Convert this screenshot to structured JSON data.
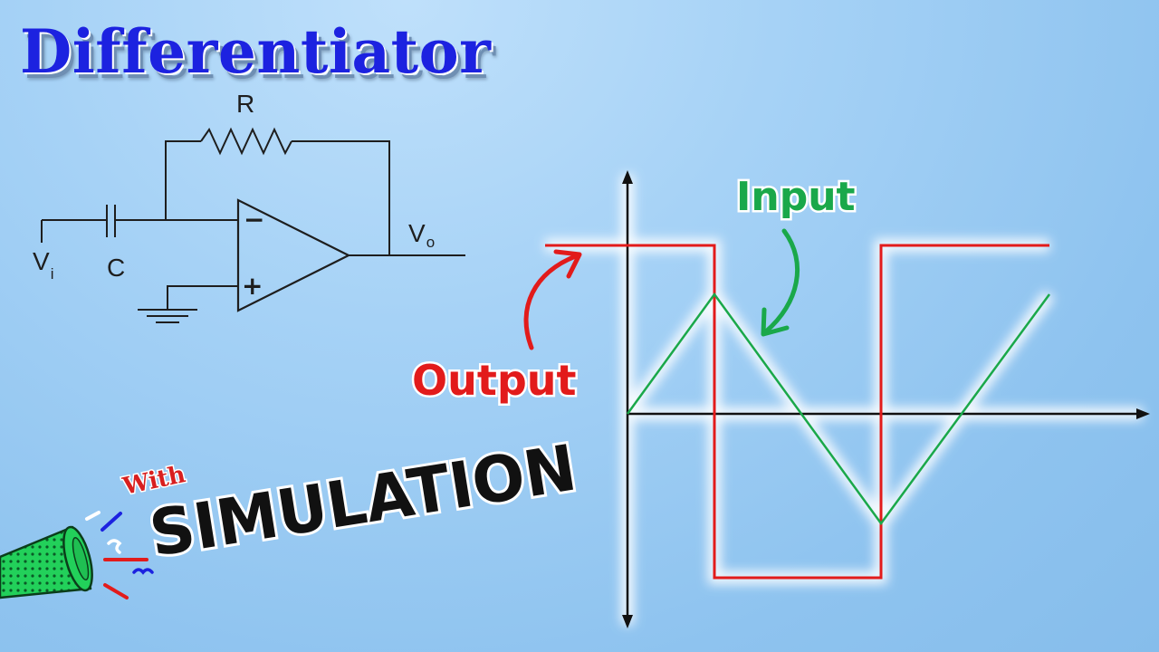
{
  "title": "Differentiator",
  "circuit": {
    "resistor_label": "R",
    "capacitor_label": "C",
    "input_label": "V",
    "input_sub": "i",
    "output_label": "V",
    "output_sub": "o",
    "inverting_sign": "−",
    "noninverting_sign": "+"
  },
  "waveform": {
    "input_label": "Input",
    "output_label": "Output",
    "colors": {
      "input": "#1aa84a",
      "output": "#e21b1b",
      "axes": "#111111"
    }
  },
  "badge": {
    "with": "With",
    "simulation": "SIMULATION",
    "colors": {
      "with": "#d81f1f",
      "simulation": "#111111",
      "megaphone": "#22d05a"
    },
    "icon": "megaphone-icon"
  }
}
